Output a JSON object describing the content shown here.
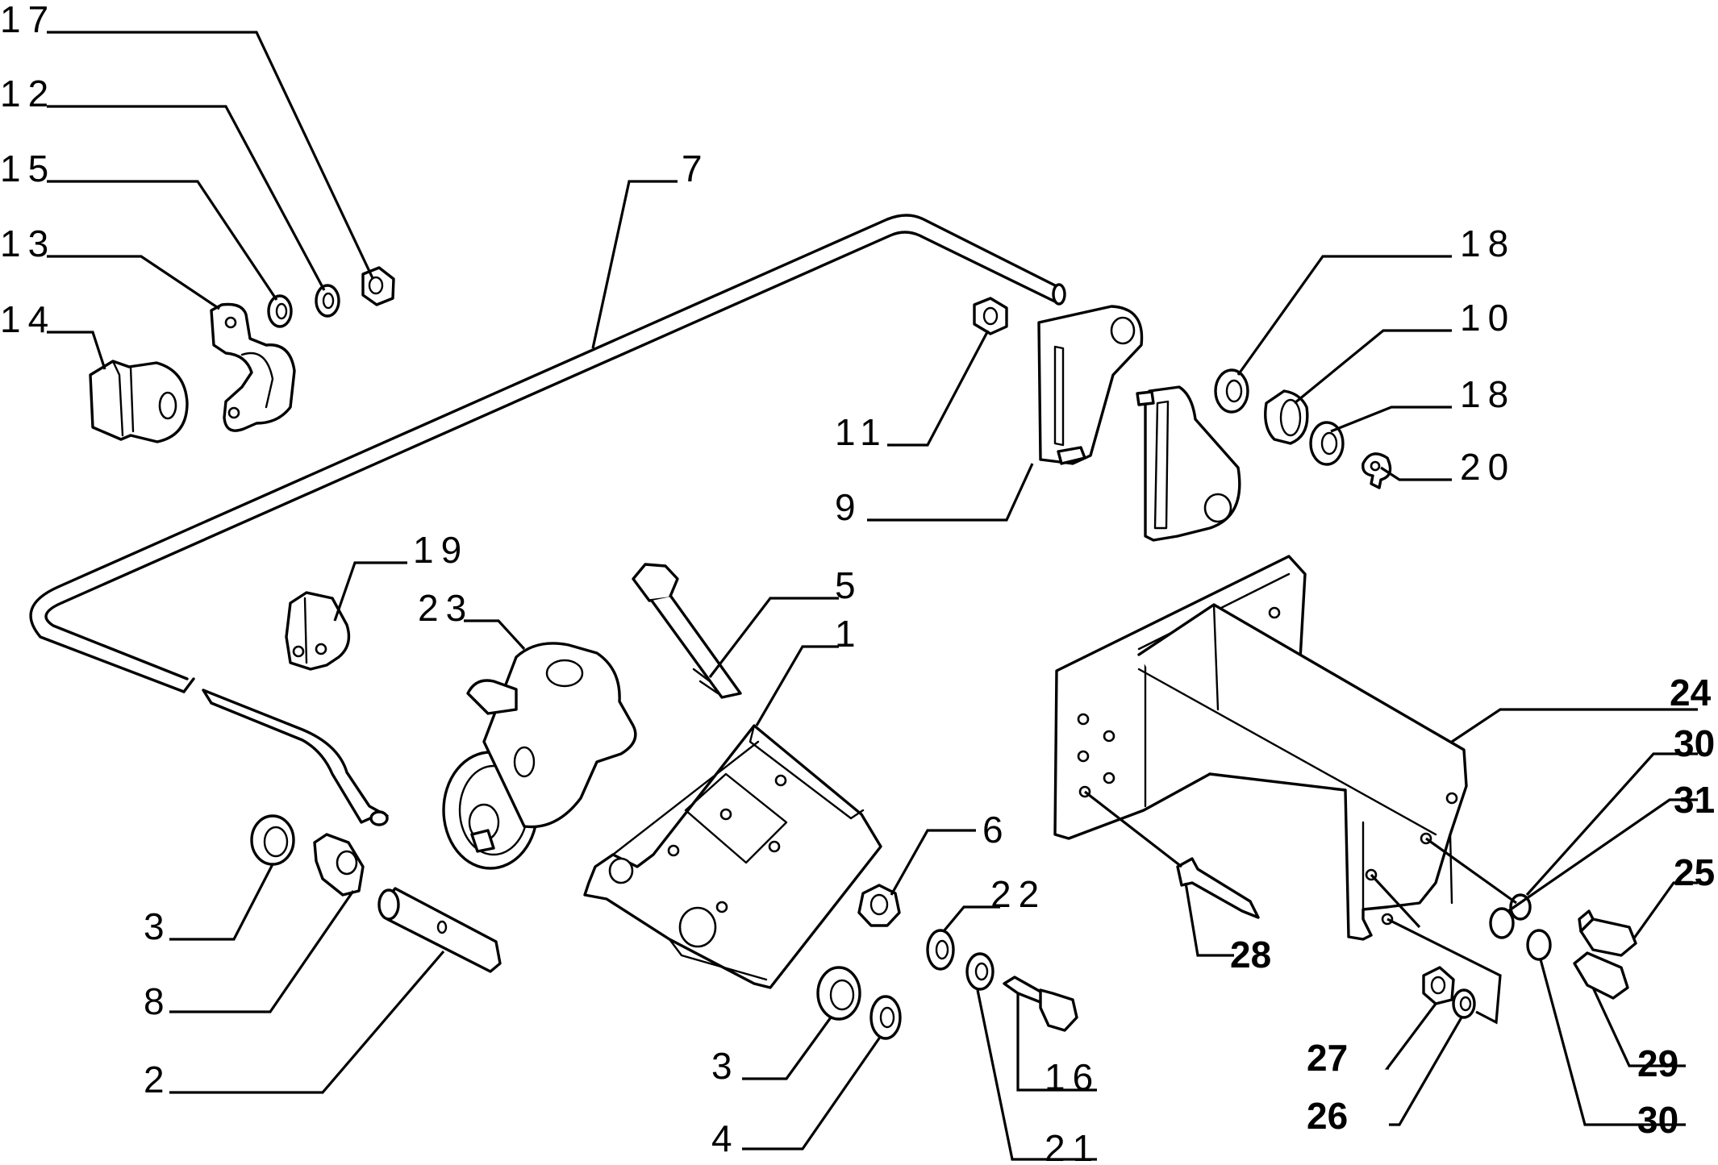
{
  "labels": {
    "l17": "17",
    "l12": "12",
    "l15": "15",
    "l13": "13",
    "l14": "14",
    "l7": "7",
    "l18a": "18",
    "l10": "10",
    "l18b": "18",
    "l20": "20",
    "l11": "11",
    "l9": "9",
    "l19": "19",
    "l23": "23",
    "l5": "5",
    "l1": "1",
    "l24": "24",
    "l30a": "30",
    "l31": "31",
    "l25": "25",
    "l6": "6",
    "l22": "22",
    "l3a": "3",
    "l8": "8",
    "l2": "2",
    "l28": "28",
    "l3b": "3",
    "l4": "4",
    "l16": "16",
    "l21": "21",
    "l27": "27",
    "l26": "26",
    "l29": "29",
    "l30b": "30"
  }
}
